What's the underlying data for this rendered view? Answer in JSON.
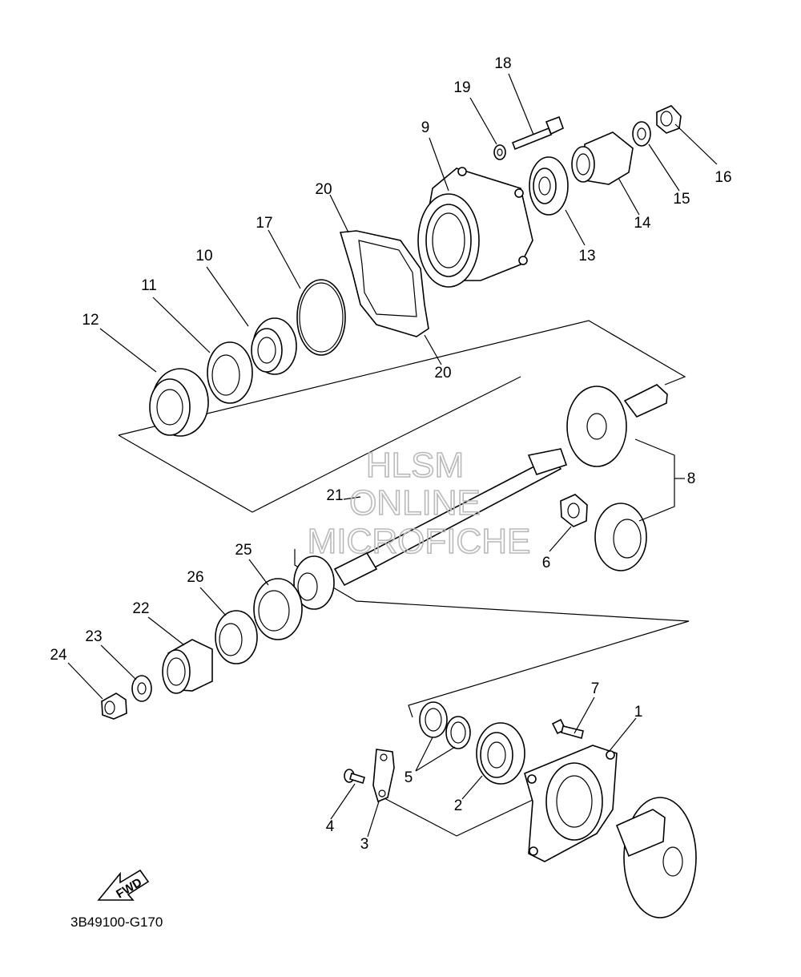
{
  "diagram": {
    "code": "3B49100-G170",
    "fwd_label": "FWD",
    "watermark": [
      "HLSM",
      "ONLINE",
      "MICROFICHE"
    ],
    "callouts": [
      {
        "id": "c18",
        "text": "18"
      },
      {
        "id": "c19",
        "text": "19"
      },
      {
        "id": "c9",
        "text": "9"
      },
      {
        "id": "c16",
        "text": "16"
      },
      {
        "id": "c15",
        "text": "15"
      },
      {
        "id": "c14",
        "text": "14"
      },
      {
        "id": "c13",
        "text": "13"
      },
      {
        "id": "c20a",
        "text": "20"
      },
      {
        "id": "c17",
        "text": "17"
      },
      {
        "id": "c10",
        "text": "10"
      },
      {
        "id": "c11",
        "text": "11"
      },
      {
        "id": "c12",
        "text": "12"
      },
      {
        "id": "c20b",
        "text": "20"
      },
      {
        "id": "c8",
        "text": "8"
      },
      {
        "id": "c21",
        "text": "21"
      },
      {
        "id": "c6",
        "text": "6"
      },
      {
        "id": "c25",
        "text": "25"
      },
      {
        "id": "c26",
        "text": "26"
      },
      {
        "id": "c22",
        "text": "22"
      },
      {
        "id": "c23",
        "text": "23"
      },
      {
        "id": "c24",
        "text": "24"
      },
      {
        "id": "c7",
        "text": "7"
      },
      {
        "id": "c1",
        "text": "1"
      },
      {
        "id": "c5",
        "text": "5"
      },
      {
        "id": "c2",
        "text": "2"
      },
      {
        "id": "c4",
        "text": "4"
      },
      {
        "id": "c3",
        "text": "3"
      }
    ]
  }
}
